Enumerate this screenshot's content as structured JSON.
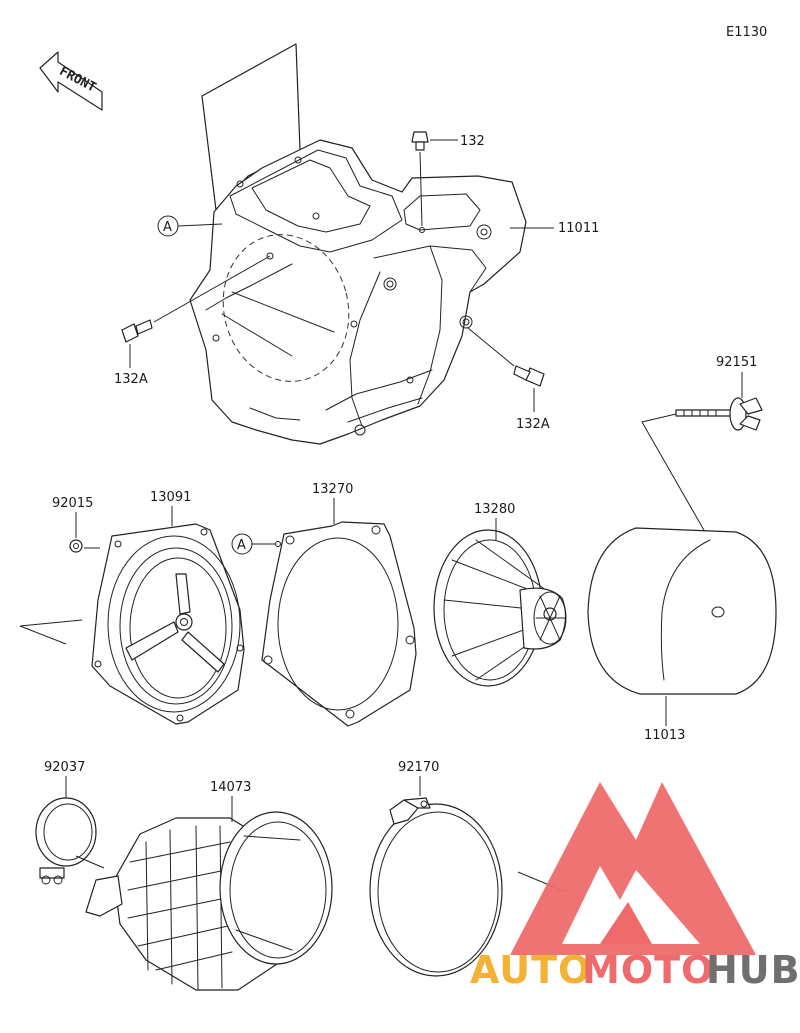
{
  "diagram_code": "E1130",
  "front_label": "FRONT",
  "ref_marker": "A",
  "labels": {
    "p132": "132",
    "p11011": "11011",
    "p132A_left": "132A",
    "p132A_right": "132A",
    "p92151": "92151",
    "p92015": "92015",
    "p13091": "13091",
    "p13270": "13270",
    "p13280": "13280",
    "p11013": "11013",
    "p92037": "92037",
    "p14073": "14073",
    "p92170": "92170"
  },
  "watermark": {
    "part1": "AUTO",
    "part2": "MOTO",
    "part3": "HUB",
    "color_red": "#ef6b6b",
    "color_orange": "#f3b233",
    "color_gray": "#6f6f6f"
  }
}
